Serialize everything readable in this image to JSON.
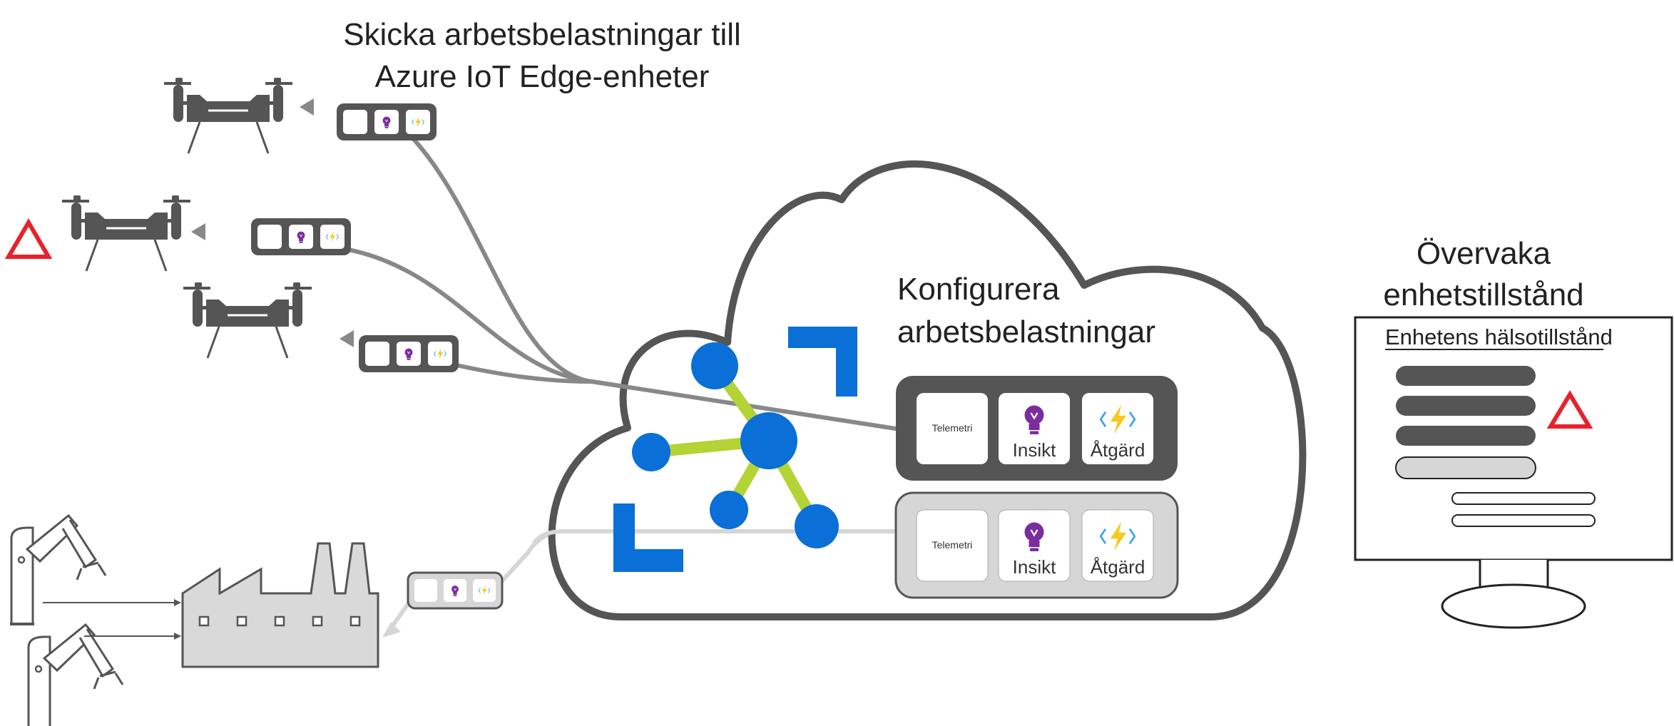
{
  "labels": {
    "send_line1": "Skicka arbetsbelastningar till",
    "send_line2": "Azure IoT Edge-enheter",
    "configure_line1": "Konfigurera",
    "configure_line2": "arbetsbelastningar",
    "monitor_line1": "Övervaka",
    "monitor_line2": "enhetstillstånd"
  },
  "modules": [
    {
      "telemetry": "Telemetri",
      "insight": "Insikt",
      "action": "Åtgärd"
    },
    {
      "telemetry": "Telemetri",
      "insight": "Insikt",
      "action": "Åtgärd"
    }
  ],
  "monitor": {
    "screen_title": "Enhetens hälsotillstånd"
  },
  "colors": {
    "dark": "#555555",
    "light": "#d6d6d6",
    "azure_blue": "#0a6fd6",
    "link_green": "#b4d334",
    "alert_red": "#e8212b",
    "insight_purple": "#7b2c9e",
    "action_yellow": "#f7c81e"
  },
  "icons": [
    "drone-icon",
    "factory-icon",
    "robot-arm-icon",
    "cloud-icon",
    "iot-hub-icon",
    "lightbulb-icon",
    "lightning-icon",
    "warning-icon",
    "monitor-icon"
  ]
}
